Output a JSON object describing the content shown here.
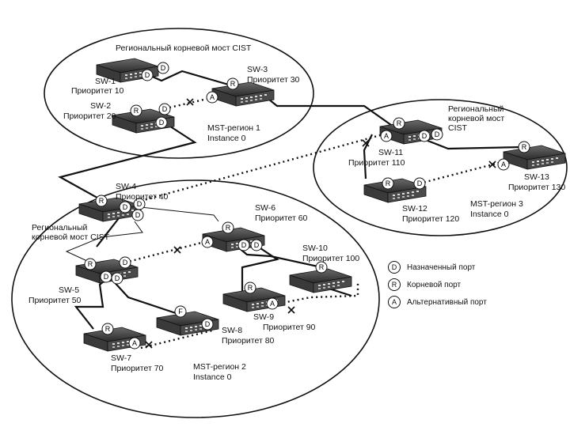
{
  "regions": [
    {
      "id": "r1",
      "title": "MST-регион 1",
      "instance": "Instance 0",
      "root_label": "Региональный корневой мост CIST"
    },
    {
      "id": "r2",
      "title": "MST-регион 2",
      "instance": "Instance 0",
      "root_label": "Региональный корневой мост CIST"
    },
    {
      "id": "r3",
      "title": "MST-регион 3",
      "instance": "Instance 0",
      "root_label": "Региональный корневой мост CIST"
    }
  ],
  "switches": [
    {
      "id": "sw1",
      "name": "SW-1",
      "priority": "Приоритет 10"
    },
    {
      "id": "sw2",
      "name": "SW-2",
      "priority": "Приоритет 20"
    },
    {
      "id": "sw3",
      "name": "SW-3",
      "priority": "Приоритет 30"
    },
    {
      "id": "sw4",
      "name": "SW-4",
      "priority": "Приоритет 40"
    },
    {
      "id": "sw5",
      "name": "SW-5",
      "priority": "Приоритет 50"
    },
    {
      "id": "sw6",
      "name": "SW-6",
      "priority": "Приоритет 60"
    },
    {
      "id": "sw7",
      "name": "SW-7",
      "priority": "Приоритет 70"
    },
    {
      "id": "sw8",
      "name": "SW-8",
      "priority": "Приоритет 80"
    },
    {
      "id": "sw9",
      "name": "SW-9",
      "priority": "Приоритет 90"
    },
    {
      "id": "sw10",
      "name": "SW-10",
      "priority": "Приоритет 100"
    },
    {
      "id": "sw11",
      "name": "SW-11",
      "priority": "Приоритет 110"
    },
    {
      "id": "sw12",
      "name": "SW-12",
      "priority": "Приоритет 120"
    },
    {
      "id": "sw13",
      "name": "SW-13",
      "priority": "Приоритет 130"
    }
  ],
  "port_letters": {
    "designated": "D",
    "root": "R",
    "alternate": "A",
    "other": "F"
  },
  "legend": [
    {
      "letter": "D",
      "text": "Назначенный порт"
    },
    {
      "letter": "R",
      "text": "Корневой порт"
    },
    {
      "letter": "A",
      "text": "Альтернативный порт"
    }
  ],
  "colors": {
    "line": "#111111",
    "switch_dark": "#2b2b2b",
    "switch_light": "#cfcfcf",
    "port_fill": "#ffffff"
  }
}
